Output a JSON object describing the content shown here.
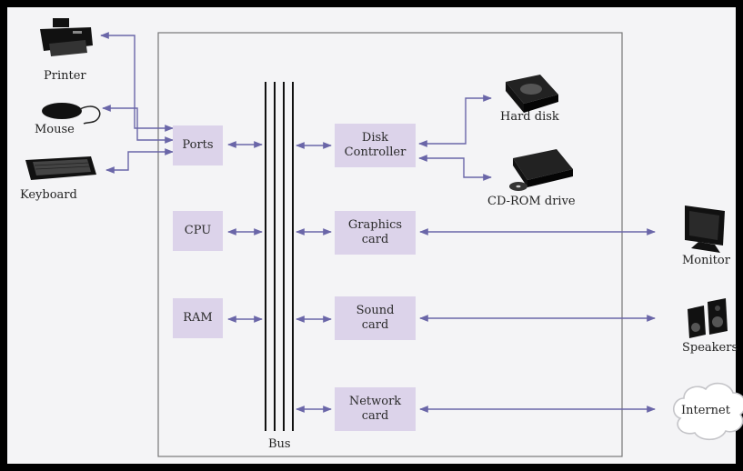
{
  "components": {
    "ports": "Ports",
    "cpu": "CPU",
    "ram": "RAM",
    "disk_controller": [
      "Disk",
      "Controller"
    ],
    "graphics_card": [
      "Graphics",
      "card"
    ],
    "sound_card": [
      "Sound",
      "card"
    ],
    "network_card": [
      "Network",
      "card"
    ]
  },
  "bus_label": "Bus",
  "peripherals": {
    "printer": "Printer",
    "mouse": "Mouse",
    "keyboard": "Keyboard",
    "hard_disk": "Hard disk",
    "cdrom": "CD-ROM drive",
    "monitor": "Monitor",
    "speakers": "Speakers",
    "internet": "Internet"
  },
  "colors": {
    "box_fill": "#dcd3ea",
    "arrow": "#6a66a8",
    "frame": "#777777",
    "bus": "#111111"
  },
  "icons": [
    "printer-icon",
    "mouse-icon",
    "keyboard-icon",
    "hard-disk-icon",
    "cdrom-icon",
    "monitor-icon",
    "speakers-icon",
    "internet-cloud-icon"
  ]
}
